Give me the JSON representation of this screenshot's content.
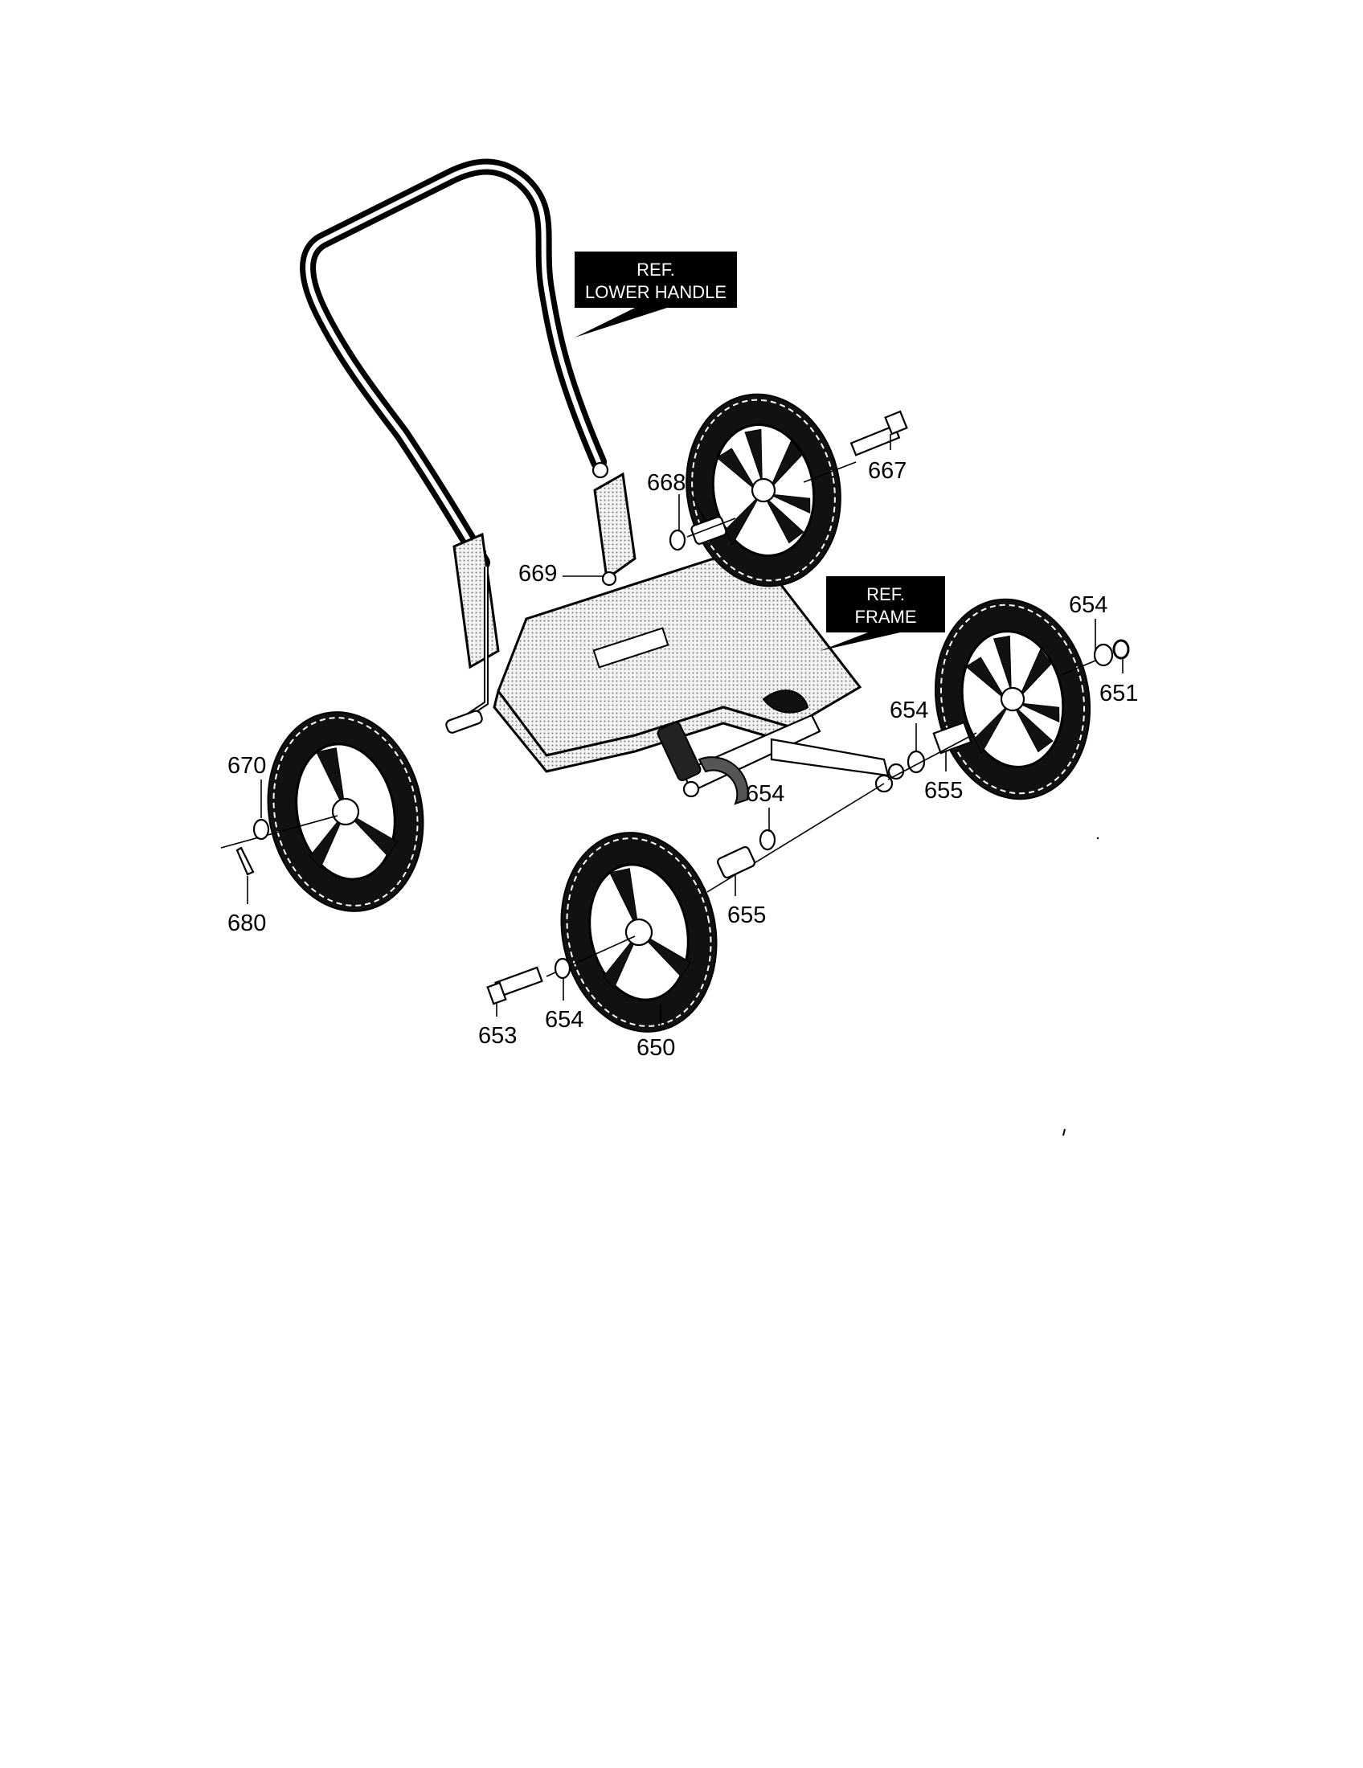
{
  "refs": {
    "lower_handle": [
      "REF.",
      "LOWER HANDLE"
    ],
    "frame": [
      "REF.",
      "FRAME"
    ]
  },
  "callouts": {
    "p667": "667",
    "p668": "668",
    "p669": "669",
    "p654_a": "654",
    "p651": "651",
    "p654_b": "654",
    "p655_a": "655",
    "p670": "670",
    "p654_c": "654",
    "p680": "680",
    "p655_b": "655",
    "p653": "653",
    "p654_d": "654",
    "p650": "650"
  }
}
